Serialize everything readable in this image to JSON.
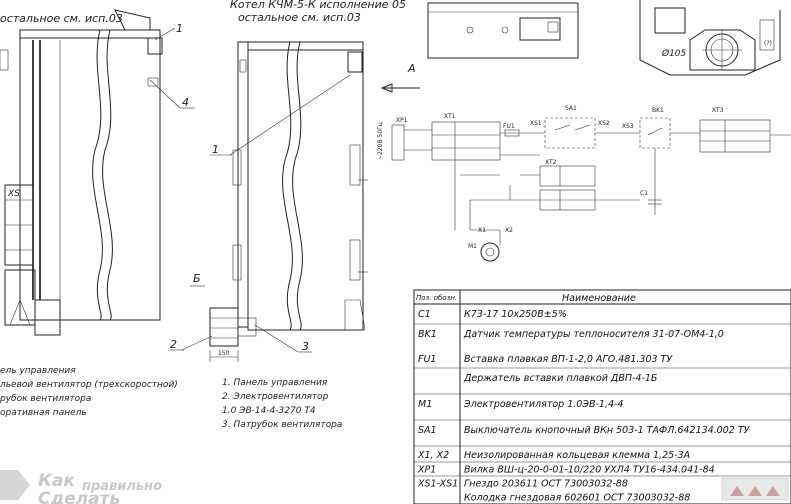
{
  "headers": {
    "left_note": "остальное см. исп.03",
    "mid_note_1": "Котел КЧМ-5-К исполнение 05",
    "mid_note_2": "остальное см. исп.03"
  },
  "callouts": [
    "1",
    "4",
    "1",
    "А",
    "Б",
    "2",
    "3",
    "150",
    "Ø105"
  ],
  "legend_left": [
    "ель управления",
    "льевой вентилятор (трехскоростной)",
    "рубок вентилятора",
    "оративная панель"
  ],
  "legend_mid": [
    "1. Панель управления",
    "2. Электровентилятор",
    "1.0 ЭВ-14-4-3270 Т4",
    "3. Патрубок вентилятора"
  ],
  "schematic_labels": [
    "XP1",
    "XT1",
    "FU1",
    "XS1",
    "SA1",
    "XS2",
    "XS3",
    "BK1",
    "XT3",
    "XT2",
    "C1",
    "M1",
    "X1",
    "X2",
    "~220В 50Гц"
  ],
  "table": {
    "header_pos": "Поз. обозн.",
    "header_name": "Наименование",
    "rows": [
      {
        "pos": "C1",
        "name": "К73-17 10х250В±5%"
      },
      {
        "pos": "BK1",
        "name": "Датчик температуры теплоносителя 31-07-ОМ4-1,0"
      },
      {
        "pos": "FU1",
        "name": "Вставка плавкая ВП-1-2,0 АГО.481.303 ТУ"
      },
      {
        "pos": "",
        "name": "Держатель вставки плавкой ДВП-4-1Б"
      },
      {
        "pos": "M1",
        "name": "Электровентилятор 1.0ЭВ-1,4-4"
      },
      {
        "pos": "SA1",
        "name": "Выключатель кнопочный ВКн 503-1 ТАФЛ.642134.002 ТУ"
      },
      {
        "pos": "X1, X2",
        "name": "Неизолированная кольцевая клемма 1,25-3А"
      },
      {
        "pos": "XP1",
        "name": "Вилка ВШ-ц-20-0-01-10/220 УХЛ4 ТУ16-434.041-84"
      },
      {
        "pos": "XS1-XS1",
        "name": "Гнездо 203611 ОСТ 73003032-88"
      },
      {
        "pos": "",
        "name": "Колодка гнездовая 602601 ОСТ 73003032-88"
      }
    ]
  },
  "watermark": {
    "line1": "Как",
    "line2": "правильно",
    "line3": "Сделать"
  }
}
